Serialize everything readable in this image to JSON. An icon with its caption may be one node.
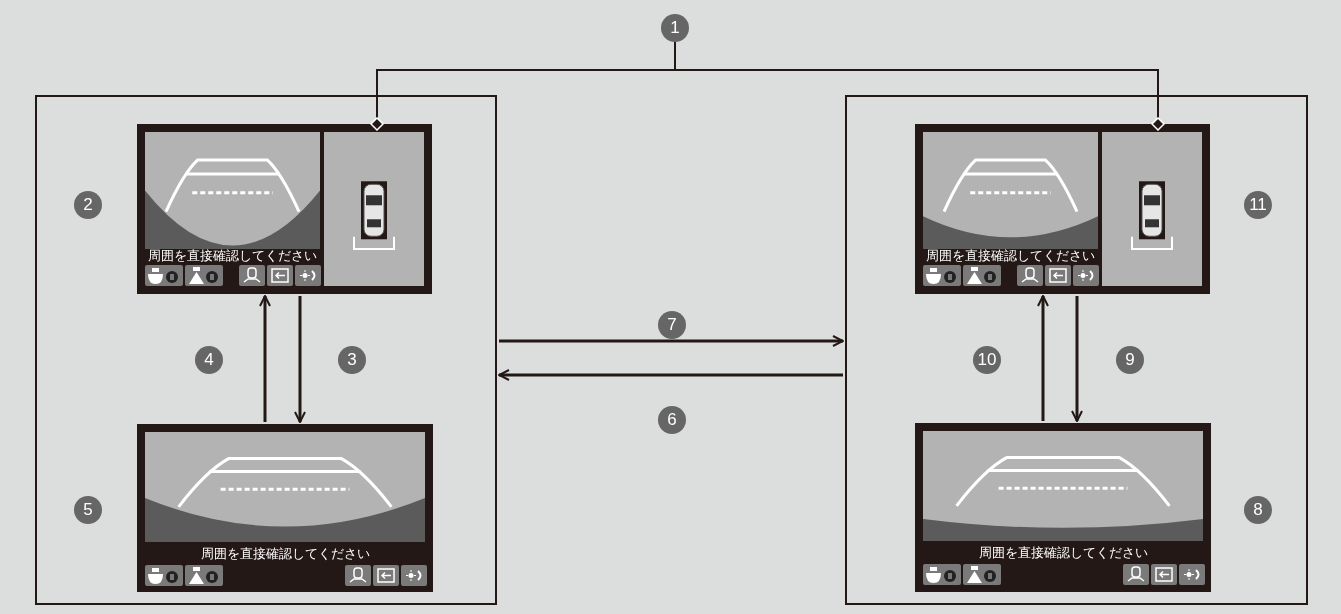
{
  "diagram": {
    "nodes": [
      {
        "text": [
          "1"
        ]
      },
      {
        "text": [],
        "shape": "box"
      },
      {
        "text": [
          "周囲を直接確認してください"
        ],
        "in": 1
      },
      {
        "text": [
          "周囲を直接確認してください"
        ],
        "in": 1
      },
      {
        "text": [],
        "shape": "box"
      },
      {
        "text": [
          "周囲を直接確認してください"
        ],
        "in": 4
      },
      {
        "text": [
          "周囲を直接確認してください"
        ],
        "in": 4
      },
      {
        "text": [
          "2"
        ],
        "in": 1
      },
      {
        "text": [
          "11"
        ],
        "in": 4
      },
      {
        "text": [
          "7"
        ]
      },
      {
        "text": [
          "4"
        ],
        "in": 1
      },
      {
        "text": [
          "3"
        ],
        "in": 1
      },
      {
        "text": [
          "10"
        ],
        "in": 4
      },
      {
        "text": [
          "9"
        ],
        "in": 4
      },
      {
        "text": [
          "6"
        ]
      },
      {
        "text": [
          "5"
        ],
        "in": 1
      },
      {
        "text": [
          "8"
        ],
        "in": 4
      }
    ],
    "edges": [
      {
        "from": 0,
        "to": 2,
        "arrow": "other"
      },
      {
        "from": 0,
        "to": 5,
        "arrow": "other"
      },
      {
        "from": 2,
        "to": 3,
        "arrow": "to"
      },
      {
        "from": 3,
        "to": 2,
        "arrow": "to"
      },
      {
        "from": 1,
        "to": 4,
        "arrow": "to"
      },
      {
        "from": 4,
        "to": 1,
        "arrow": "to"
      },
      {
        "from": 5,
        "to": 6,
        "arrow": "to"
      },
      {
        "from": 6,
        "to": 5,
        "arrow": "to"
      }
    ]
  }
}
